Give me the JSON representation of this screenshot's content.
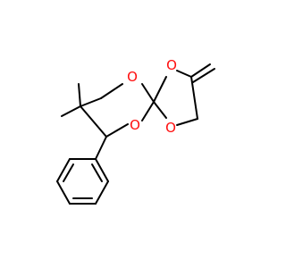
{
  "molecule": {
    "atoms": [
      {
        "id": "o1",
        "symbol": "O",
        "color": "#ff0d0d"
      },
      {
        "id": "o2",
        "symbol": "O",
        "color": "#ff0d0d"
      },
      {
        "id": "o3",
        "symbol": "O",
        "color": "#ff0d0d"
      },
      {
        "id": "o4",
        "symbol": "O",
        "color": "#ff0d0d"
      }
    ],
    "bond_color": "#000000",
    "background": "#ffffff"
  }
}
